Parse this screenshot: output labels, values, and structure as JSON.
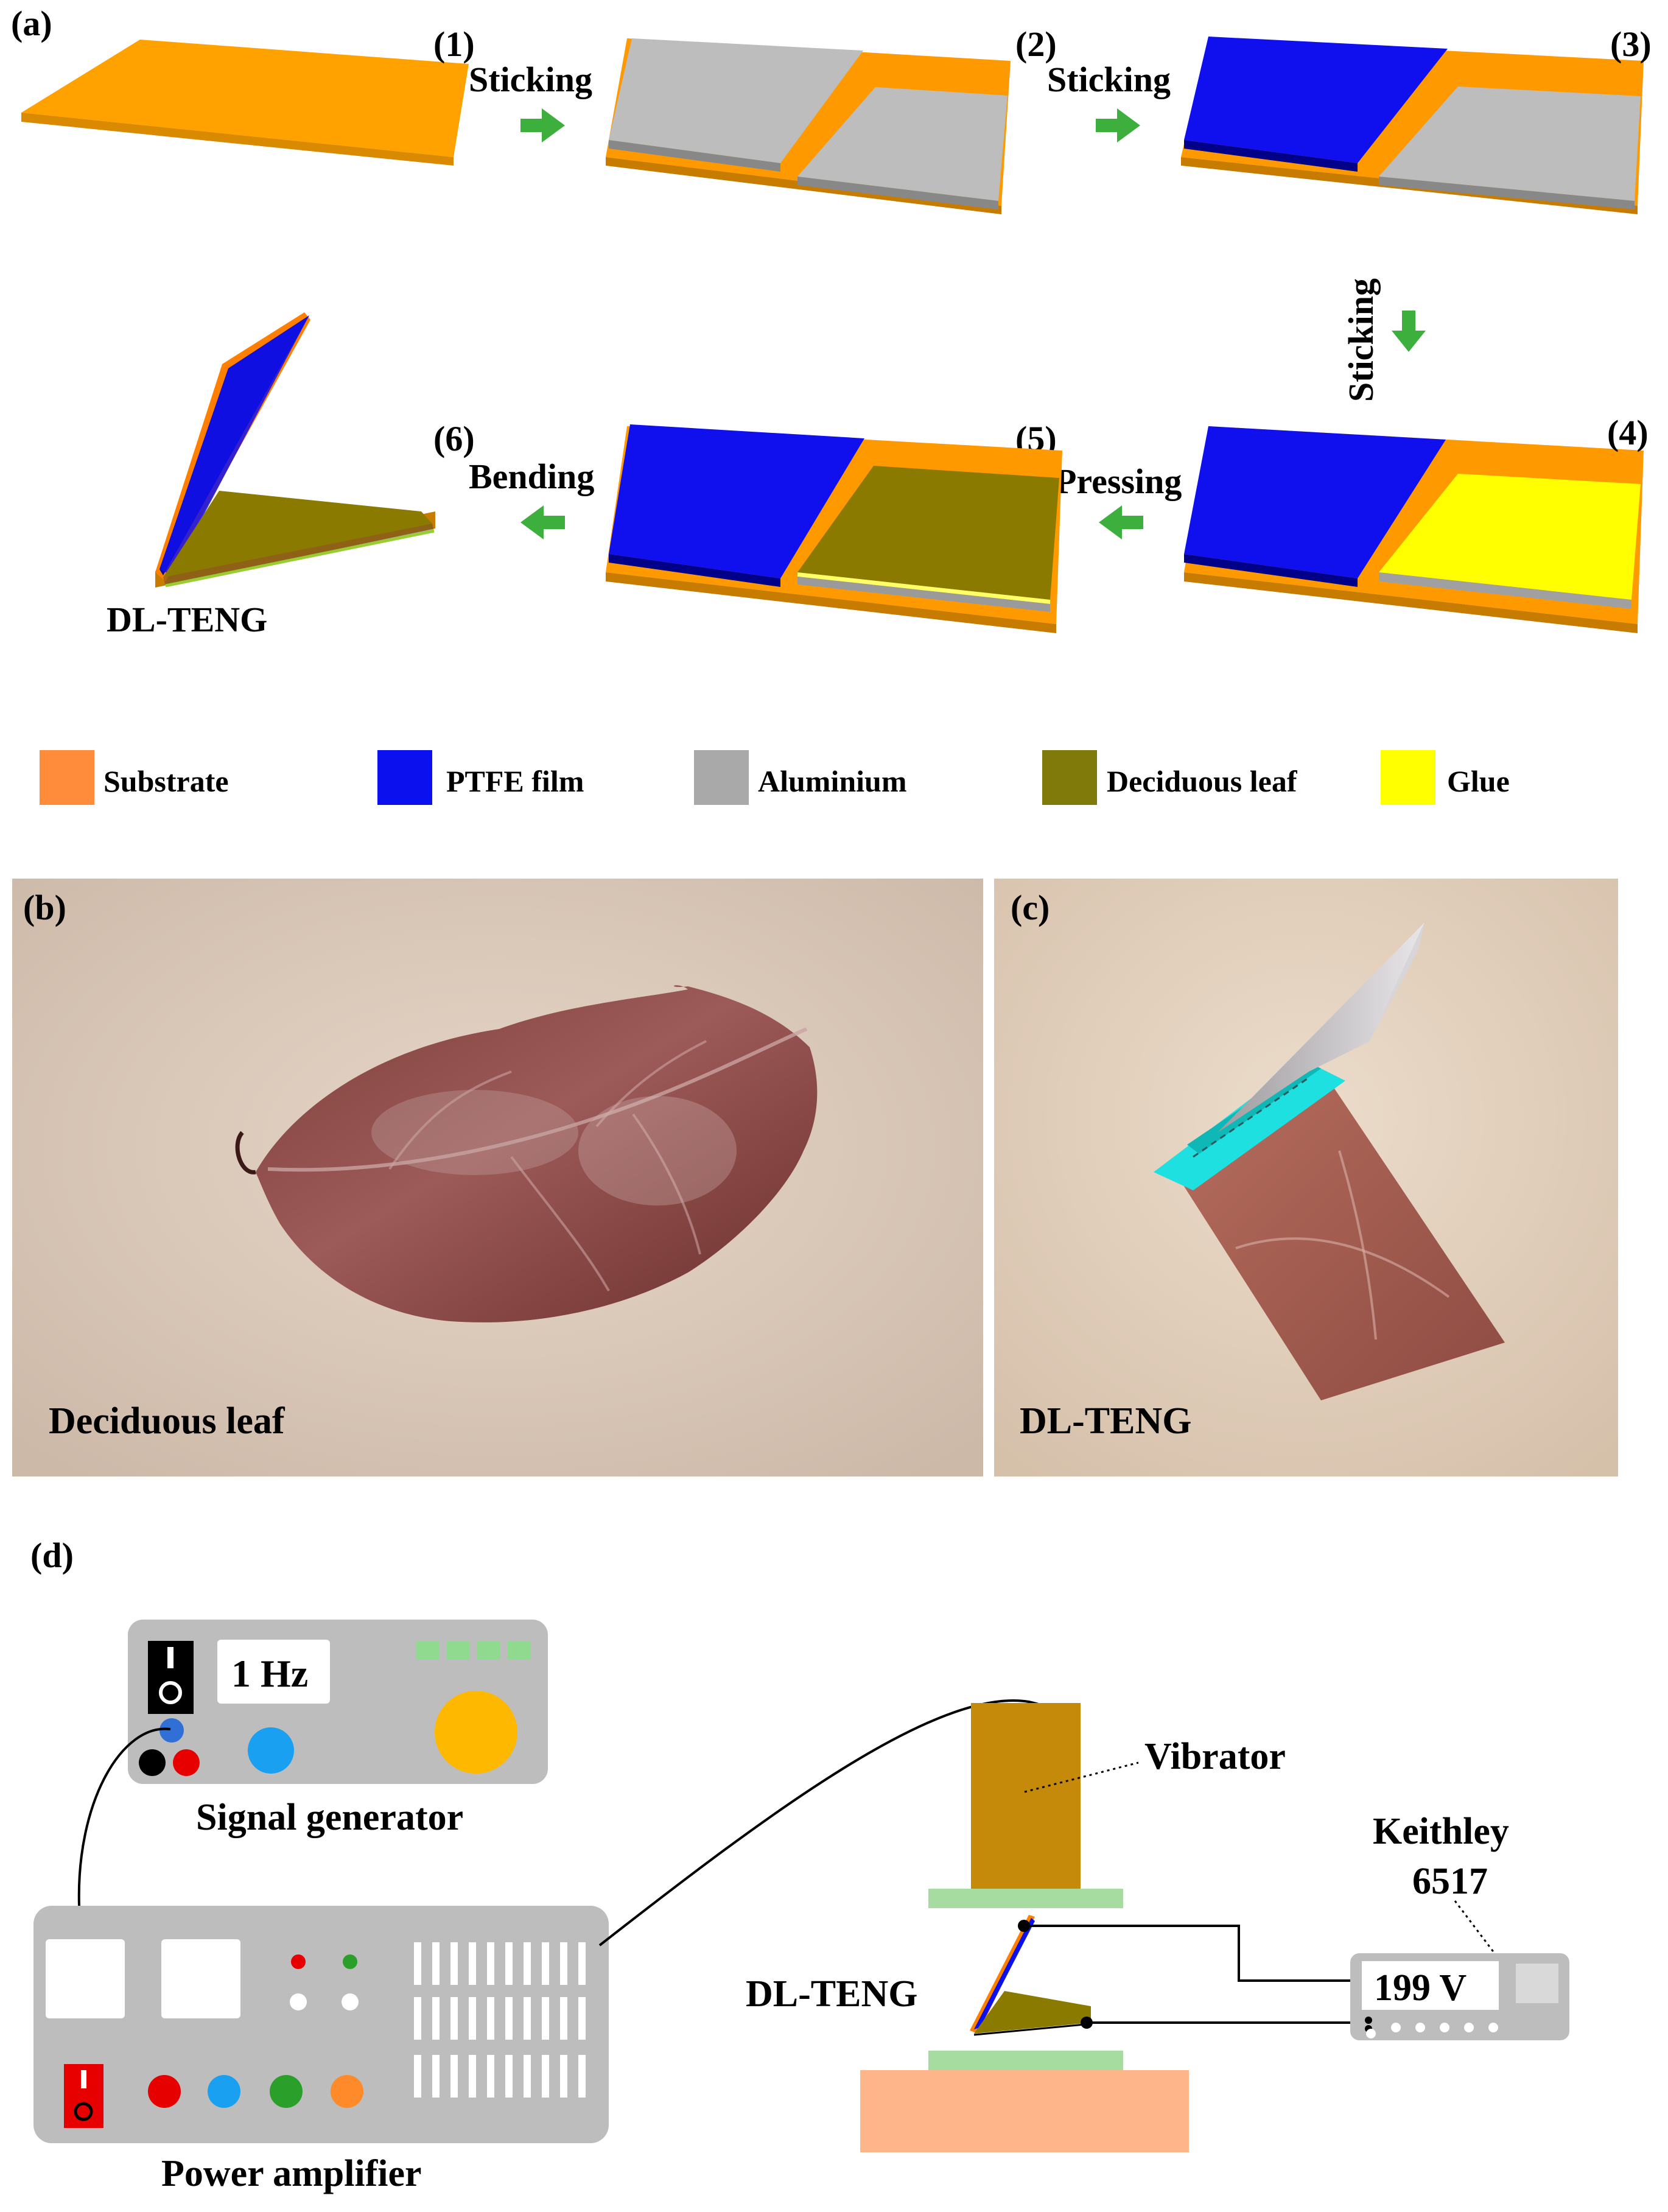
{
  "panel_a": {
    "label": "(a)",
    "steps": {
      "s1": "(1)",
      "s2": "(2)",
      "s3": "(3)",
      "s4": "(4)",
      "s5": "(5)",
      "s6": "(6)"
    },
    "actions": {
      "sticking_1": "Sticking",
      "sticking_2": "Sticking",
      "sticking_3": "Sticking",
      "pressing": "Pressing",
      "bending": "Bending"
    },
    "device_label": "DL-TENG",
    "legend": [
      {
        "name": "Substrate",
        "color": "#FF8C3A"
      },
      {
        "name": "PTFE film",
        "color": "#0A10EE"
      },
      {
        "name": "Aluminium",
        "color": "#A9A9A9"
      },
      {
        "name": "Deciduous leaf",
        "color": "#7F7A0A"
      },
      {
        "name": "Glue",
        "color": "#FFFF00"
      }
    ]
  },
  "panel_b": {
    "label": "(b)",
    "caption": "Deciduous leaf"
  },
  "panel_c": {
    "label": "(c)",
    "caption": "DL-TENG"
  },
  "panel_d": {
    "label": "(d)",
    "signal_generator": {
      "name": "Signal generator",
      "display": "1 Hz"
    },
    "power_amplifier": {
      "name": "Power amplifier"
    },
    "vibrator": {
      "name": "Vibrator"
    },
    "device": {
      "name": "DL-TENG"
    },
    "meter": {
      "name_line1": "Keithley",
      "name_line2": "6517",
      "display": "199 V"
    }
  }
}
